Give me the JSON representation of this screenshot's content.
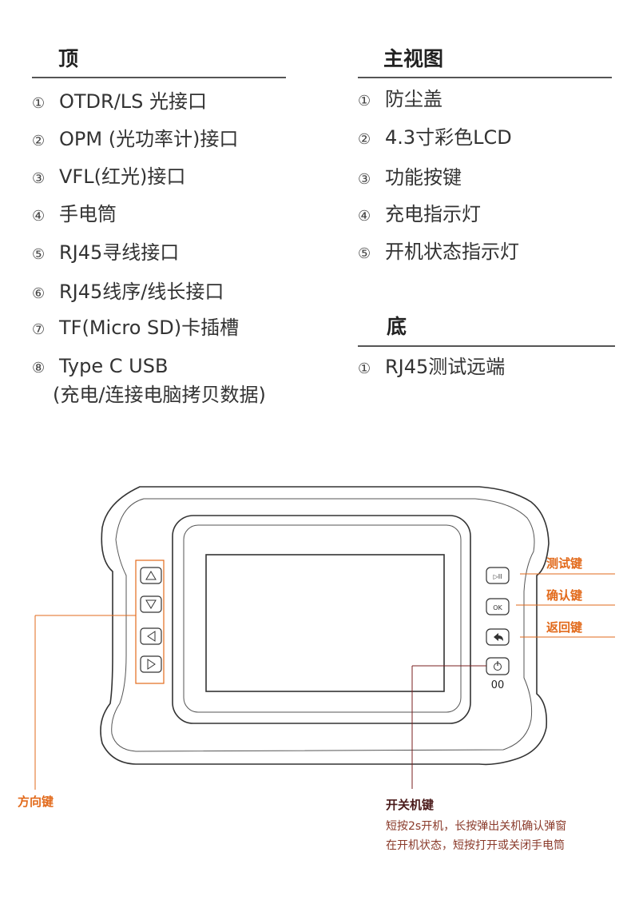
{
  "left_section": {
    "title": "顶",
    "items": [
      {
        "num": "①",
        "text": "OTDR/LS 光接口"
      },
      {
        "num": "②",
        "text": "OPM (光功率计)接口"
      },
      {
        "num": "③",
        "text": "VFL(红光)接口"
      },
      {
        "num": "④",
        "text": "手电筒"
      },
      {
        "num": "⑤",
        "text": "RJ45寻线接口"
      },
      {
        "num": "⑥",
        "text": "RJ45线序/线长接口"
      },
      {
        "num": "⑦",
        "text": "TF(Micro SD)卡插槽"
      },
      {
        "num": "⑧",
        "text": "Type C USB",
        "text2": "(充电/连接电脑拷贝数据)"
      }
    ]
  },
  "main_view": {
    "title": "主视图",
    "items": [
      {
        "num": "①",
        "text": "防尘盖"
      },
      {
        "num": "②",
        "text": "4.3寸彩色LCD"
      },
      {
        "num": "③",
        "text": "功能按键"
      },
      {
        "num": "④",
        "text": "充电指示灯"
      },
      {
        "num": "⑤",
        "text": "开机状态指示灯"
      }
    ]
  },
  "bottom_section": {
    "title": "底",
    "items": [
      {
        "num": "①",
        "text": "RJ45测试远端"
      }
    ]
  },
  "diagram": {
    "buttons_right": [
      "▷II",
      "OK"
    ],
    "led_label": "00",
    "callouts": {
      "test_key": "测试键",
      "confirm_key": "确认键",
      "back_key": "返回键",
      "direction_key": "方向键"
    },
    "power_note": {
      "title": "开关机键",
      "line1": "短按2s开机，长按弹出关机确认弹窗",
      "line2": "在开机状态，短按打开或关闭手电筒"
    },
    "accent_color": "#e26a1b",
    "dark_color": "#7a1f1f"
  }
}
